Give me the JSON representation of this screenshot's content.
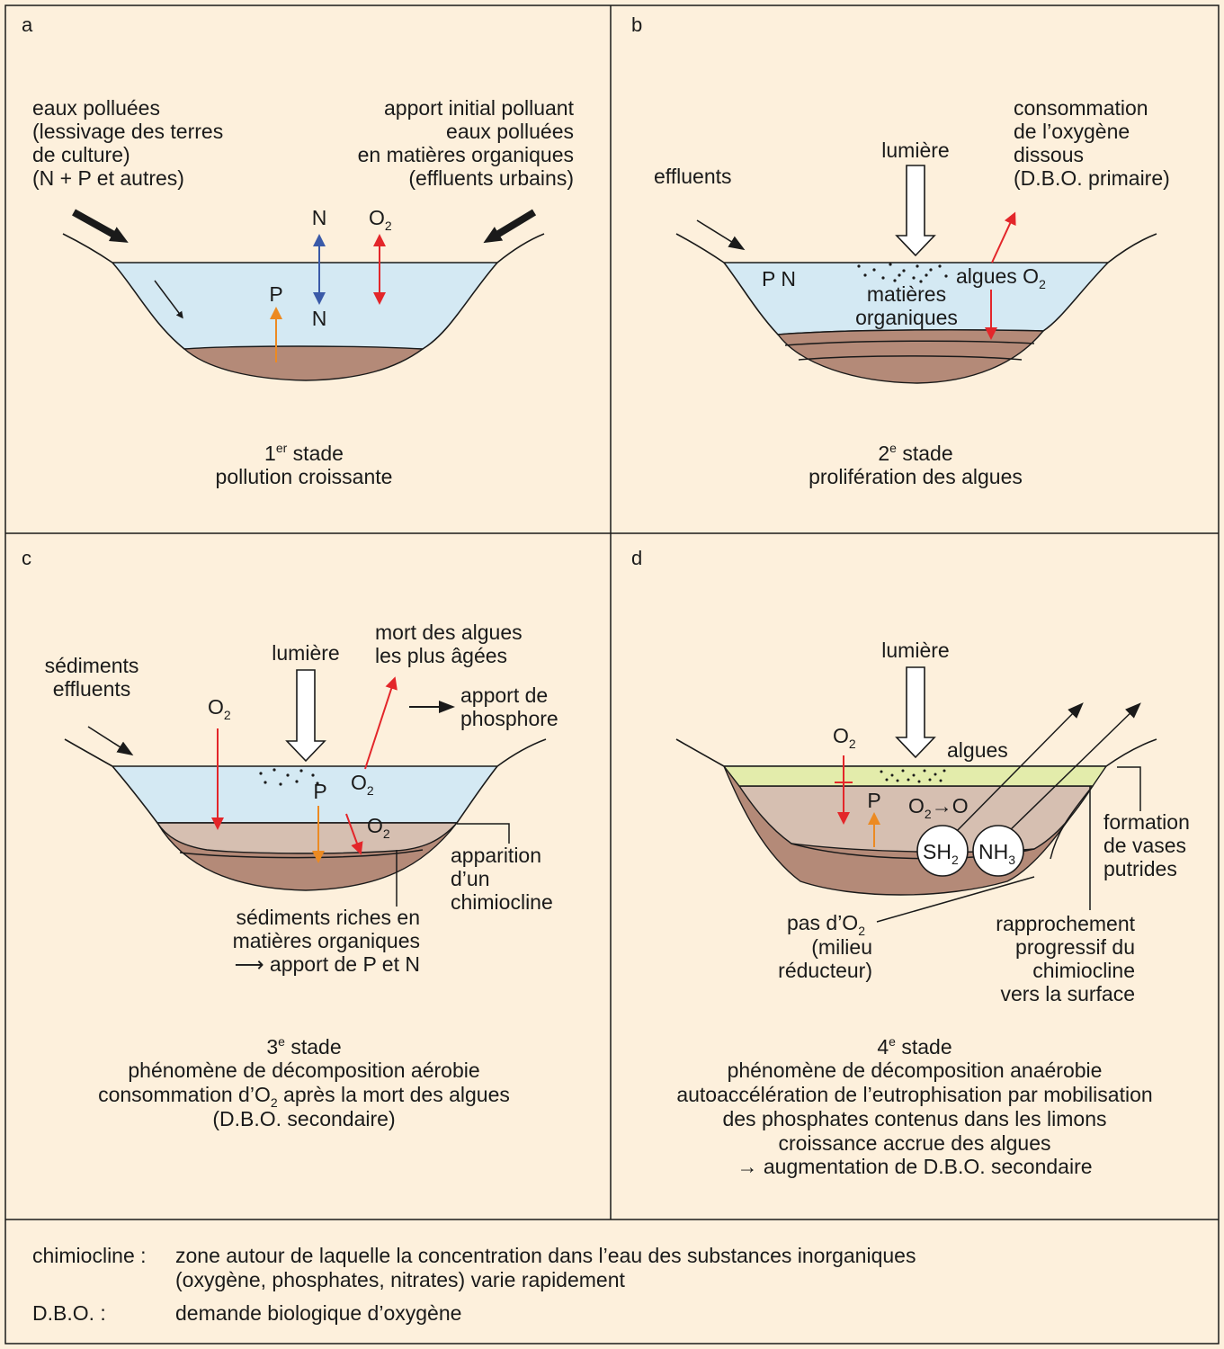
{
  "panels": {
    "a": {
      "letter": "a",
      "left_label": [
        "eaux polluées",
        "(lessivage des terres",
        "de culture)",
        "(N + P et autres)"
      ],
      "right_label": [
        "apport initial polluant",
        "eaux polluées",
        "en matières organiques",
        "(effluents urbains)"
      ],
      "n_top": "N",
      "n_bottom": "N",
      "o2": "O",
      "o2_sub": "2",
      "p": "P",
      "stage_num": "1",
      "stage_sup": "er",
      "stage_word": " stade",
      "stage_desc": "pollution croissante"
    },
    "b": {
      "letter": "b",
      "effluents": "effluents",
      "lumiere": "lumière",
      "right_label": [
        "consommation",
        "de l’oxygène",
        "dissous",
        "(D.B.O. primaire)"
      ],
      "pn": "P N",
      "algues": "algues O",
      "algues_sub": "2",
      "matieres": [
        "matières",
        "organiques"
      ],
      "stage_num": "2",
      "stage_sup": "e",
      "stage_word": " stade",
      "stage_desc": "prolifération des algues"
    },
    "c": {
      "letter": "c",
      "left_label": [
        "sédiments",
        "effluents"
      ],
      "lumiere": "lumière",
      "mort": [
        "mort des algues",
        "les plus âgées"
      ],
      "apport": [
        "apport de",
        "phosphore"
      ],
      "o2_a": "O",
      "o2_b": "O",
      "o2_c": "O",
      "o2_sub": "2",
      "p": "P",
      "apparition": [
        "apparition",
        "d’un",
        "chimiocline"
      ],
      "sediments": [
        "sédiments riches en",
        "matières organiques",
        "⟶ apport de P et N"
      ],
      "stage_num": "3",
      "stage_sup": "e",
      "stage_word": " stade",
      "desc_1": "phénomène de décomposition aérobie",
      "desc_2a": "consommation d’O",
      "desc_2sub": "2",
      "desc_2b": " après la mort des algues",
      "desc_3": "(D.B.O. secondaire)"
    },
    "d": {
      "letter": "d",
      "lumiere": "lumière",
      "algues": "algues",
      "o2": "O",
      "o2_sub": "2",
      "p": "P",
      "o2_to_o": "O",
      "o2_to_o_b": "→O",
      "sh": "SH",
      "sh_sub": "2",
      "nh": "NH",
      "nh_sub": "3",
      "formation": [
        "formation",
        "de vases",
        "putrides"
      ],
      "pas_do2": "pas d’O",
      "pas_sub": "2",
      "milieu": [
        "(milieu",
        "réducteur)"
      ],
      "rapprochement": [
        "rapprochement",
        "progressif du",
        "chimiocline",
        "vers la surface"
      ],
      "stage_num": "4",
      "stage_sup": "e",
      "stage_word": " stade",
      "desc": [
        "phénomène de décomposition anaérobie",
        "autoaccélération de l’eutrophisation par mobilisation",
        "des phosphates contenus dans les limons",
        "croissance accrue des algues",
        "→ augmentation de D.B.O. secondaire"
      ]
    }
  },
  "legend": {
    "term_1": "chimiocline :",
    "def_1": [
      "zone autour de laquelle la concentration dans l’eau des substances inorganiques",
      "(oxygène, phosphates, nitrates) varie rapidement"
    ],
    "term_2": "D.B.O. :",
    "def_2": "demande biologique d’oxygène"
  },
  "colors": {
    "background": "#fdf0dc",
    "water": "#d4e9f3",
    "sediment_dark": "#b48a78",
    "sediment_light": "#d6bfb1",
    "algae_layer": "#e3ecab",
    "nitrogen_arrow": "#3a5aa8",
    "oxygen_arrow": "#e3262a",
    "phosphorus_arrow": "#ec8a22"
  }
}
